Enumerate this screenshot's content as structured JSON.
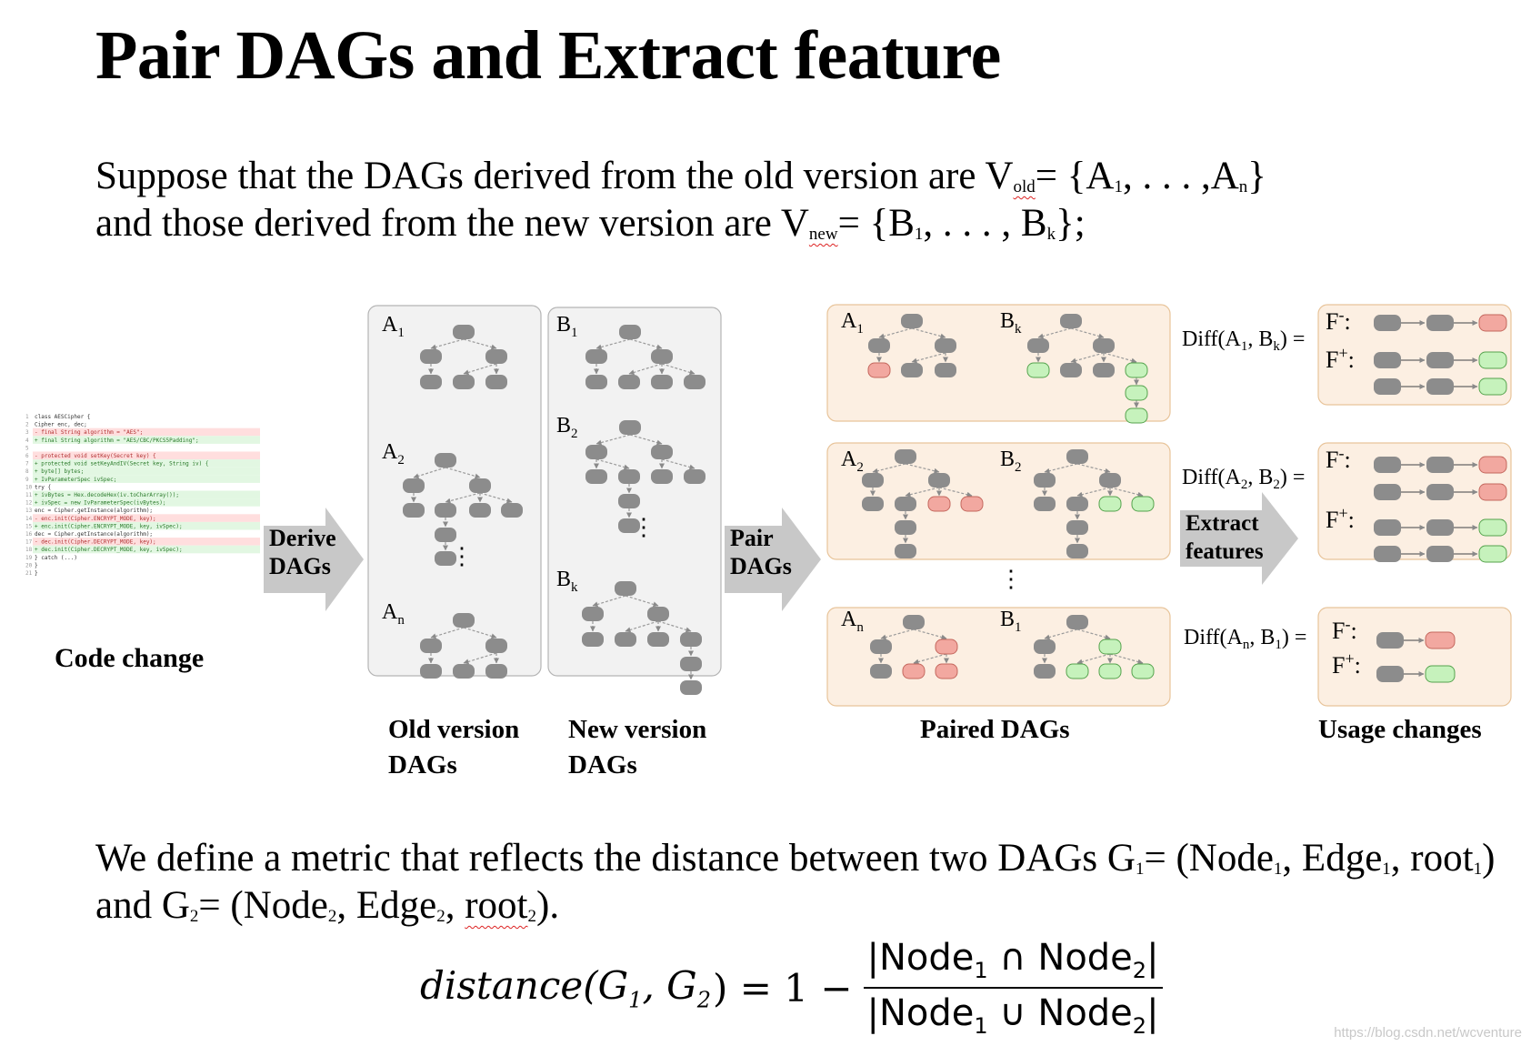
{
  "title": "Pair DAGs and Extract feature",
  "intro": {
    "l1_a": "Suppose that the DAGs derived from the old version are V",
    "l1_sub": "old",
    "l1_b": "= {A",
    "l1_s1": "1",
    "l1_c": ", . . . ,A",
    "l1_s2": "n",
    "l1_d": "}",
    "l2_a": "and those derived from the new version are V",
    "l2_sub": "new",
    "l2_b": "= {B",
    "l2_s1": "1",
    "l2_c": ", . . . , B",
    "l2_s2": "k",
    "l2_d": "};"
  },
  "code": [
    {
      "t": "  class AESCipher {",
      "c": "n"
    },
    {
      "t": "    Cipher enc, dec;",
      "c": "n"
    },
    {
      "t": "-   final String algorithm = \"AES\";",
      "c": "r"
    },
    {
      "t": "+   final String algorithm = \"AES/CBC/PKCS5Padding\";",
      "c": "g"
    },
    {
      "t": "",
      "c": "n"
    },
    {
      "t": "-   protected void setKey(Secret key) {",
      "c": "r"
    },
    {
      "t": "+   protected void setKeyAndIV(Secret key, String iv) {",
      "c": "g"
    },
    {
      "t": "+     byte[] bytes;",
      "c": "g"
    },
    {
      "t": "+     IvParameterSpec ivSpec;",
      "c": "g"
    },
    {
      "t": "      try {",
      "c": "n"
    },
    {
      "t": "+       ivBytes = Hex.decodeHex(iv.toCharArray());",
      "c": "g"
    },
    {
      "t": "+       ivSpec = new IvParameterSpec(ivBytes);",
      "c": "g"
    },
    {
      "t": "        enc = Cipher.getInstance(algorithm);",
      "c": "n"
    },
    {
      "t": "-       enc.init(Cipher.ENCRYPT_MODE, key);",
      "c": "r"
    },
    {
      "t": "+       enc.init(Cipher.ENCRYPT_MODE, key, ivSpec);",
      "c": "g"
    },
    {
      "t": "        dec = Cipher.getInstance(algorithm);",
      "c": "n"
    },
    {
      "t": "-       dec.init(Cipher.DECRYPT_MODE, key);",
      "c": "r"
    },
    {
      "t": "+       dec.init(Cipher.DECRYPT_MODE, key, ivSpec);",
      "c": "g"
    },
    {
      "t": "      } catch (...)",
      "c": "n"
    },
    {
      "t": "    }",
      "c": "n"
    },
    {
      "t": "  }",
      "c": "n"
    }
  ],
  "labels": {
    "code_change": "Code change",
    "derive_1": "Derive",
    "derive_2": "DAGs",
    "pair_1": "Pair",
    "pair_2": "DAGs",
    "extract_1": "Extract",
    "extract_2": "features",
    "old_1": "Old version",
    "old_2": "DAGs",
    "new_1": "New version",
    "new_2": "DAGs",
    "paired": "Paired DAGs",
    "usage": "Usage changes",
    "vdots": "⋮",
    "a1": "A",
    "a1s": "1",
    "a2": "A",
    "a2s": "2",
    "an": "A",
    "ans": "n",
    "b1": "B",
    "b1s": "1",
    "b2": "B",
    "b2s": "2",
    "bk": "B",
    "bks": "k",
    "diff1_a": "Diff(A",
    "diff1_s1": "1",
    "diff1_b": ", B",
    "diff1_s2": "k",
    "diff1_c": ") =",
    "diff2_a": "Diff(A",
    "diff2_s1": "2",
    "diff2_b": ", B",
    "diff2_s2": "2",
    "diff2_c": ") =",
    "diff3_a": "Diff(A",
    "diff3_s1": "n",
    "diff3_b": ", B",
    "diff3_s2": "1",
    "diff3_c": ") =",
    "fminus": "F",
    "fminus_s": "-",
    "fplus": "F",
    "fplus_s": "+",
    "colon": ":"
  },
  "metric": {
    "l1_a": "We define a metric that reflects the distance between two DAGs G",
    "l1_s1": "1",
    "l1_b": "= (Node",
    "l1_s2": "1",
    "l1_c": ", Edge",
    "l1_s3": "1",
    "l1_d": ", root",
    "l1_s4": "1",
    "l1_e": ")",
    "l2_a": "and G",
    "l2_s1": "2",
    "l2_b": "= (Node",
    "l2_s2": "2",
    "l2_c": ", Edge",
    "l2_s3": "2",
    "l2_d": ", ",
    "l2_root": "root",
    "l2_s4": "2",
    "l2_e": ")."
  },
  "formula": {
    "lhs": "distance(G",
    "lhs_s1": "1",
    "lhs_mid": ", G",
    "lhs_s2": "2",
    "lhs_end": ") = 1 −",
    "num_a": "|Node",
    "num_s1": "1",
    "num_op": " ∩ Node",
    "num_s2": "2",
    "num_end": "|",
    "den_a": "|Node",
    "den_s1": "1",
    "den_op": " ∪ Node",
    "den_s2": "2",
    "den_end": "|"
  },
  "watermark": "https://blog.csdn.net/wcventure",
  "colors": {
    "node": "#8c8c8c",
    "removed": "#f2a8a0",
    "added": "#c6f2bc",
    "panel_old": "#f2f2f2",
    "panel_paired": "#fcefe2",
    "arrow": "#c8c8c8"
  }
}
